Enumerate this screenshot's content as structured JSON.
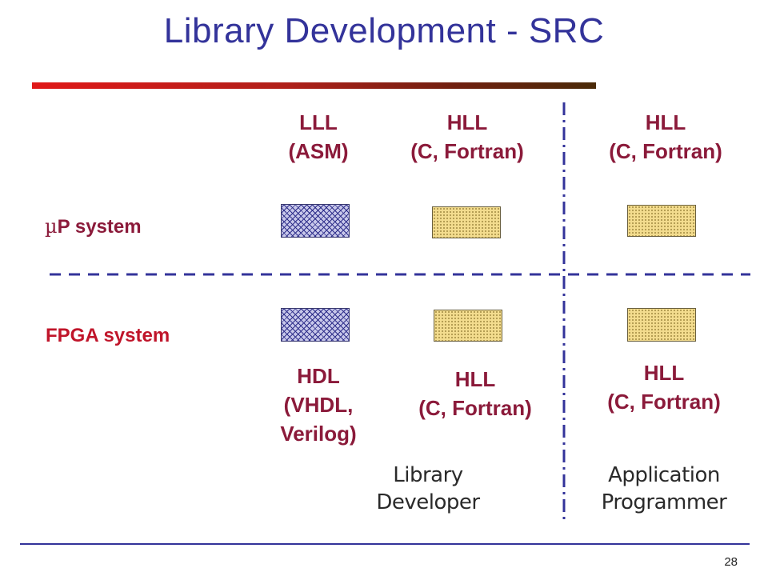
{
  "title": "Library Development - SRC",
  "columns": {
    "col1_top": {
      "line1": "LLL",
      "line2": "(ASM)"
    },
    "col2_top": {
      "line1": "HLL",
      "line2": "(C, Fortran)"
    },
    "col3_top": {
      "line1": "HLL",
      "line2": "(C, Fortran)"
    },
    "col1_bottom": {
      "line1": "HDL",
      "line2": "(VHDL,",
      "line3": "Verilog)"
    },
    "col2_bottom": {
      "line1": "HLL",
      "line2": "(C, Fortran)"
    },
    "col3_bottom": {
      "line1": "HLL",
      "line2": "(C, Fortran)"
    }
  },
  "rows": {
    "up_system": {
      "mu": "µ",
      "label": "P system"
    },
    "fpga_system": "FPGA system"
  },
  "roles": {
    "library_developer": {
      "line1": "Library",
      "line2": "Developer"
    },
    "application_programmer": {
      "line1": "Application",
      "line2": "Programmer"
    }
  },
  "page_number": "28",
  "colors": {
    "title": "#33339a",
    "label": "#8b1a3a",
    "fpga": "#c0152a",
    "up": "#8b1a3a"
  }
}
